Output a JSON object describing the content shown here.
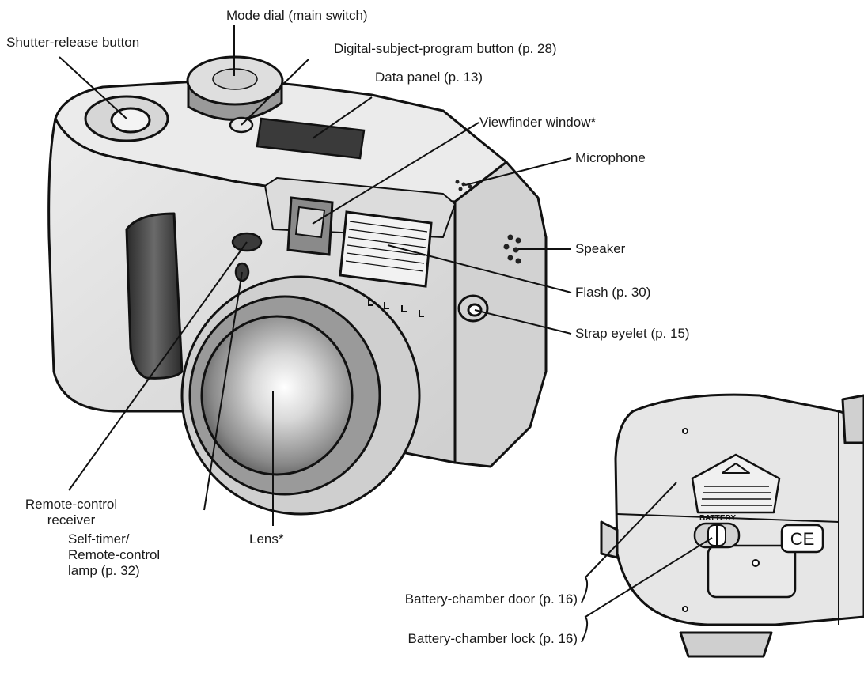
{
  "callouts": {
    "mode_dial": "Mode dial (main switch)",
    "shutter_release": "Shutter-release button",
    "digital_subject_program": "Digital-subject-program button (p. 28)",
    "data_panel": "Data panel (p. 13)",
    "viewfinder": "Viewfinder window*",
    "microphone": "Microphone",
    "speaker": "Speaker",
    "flash": "Flash (p. 30)",
    "strap_eyelet": "Strap eyelet (p. 15)",
    "remote_receiver_line1": "Remote-control",
    "remote_receiver_line2": "receiver",
    "self_timer_line1": "Self-timer/",
    "self_timer_line2": "Remote-control",
    "self_timer_line3": "lamp (p. 32)",
    "lens": "Lens*",
    "battery_door": "Battery-chamber door (p. 16)",
    "battery_lock": "Battery-chamber lock (p. 16)"
  },
  "markings": {
    "battery": "BATTERY",
    "ce": "CE"
  },
  "colors": {
    "body": "#e4e4e4",
    "body_shade": "#c9c9c9",
    "outline": "#111111",
    "dark": "#3a3a3a"
  }
}
